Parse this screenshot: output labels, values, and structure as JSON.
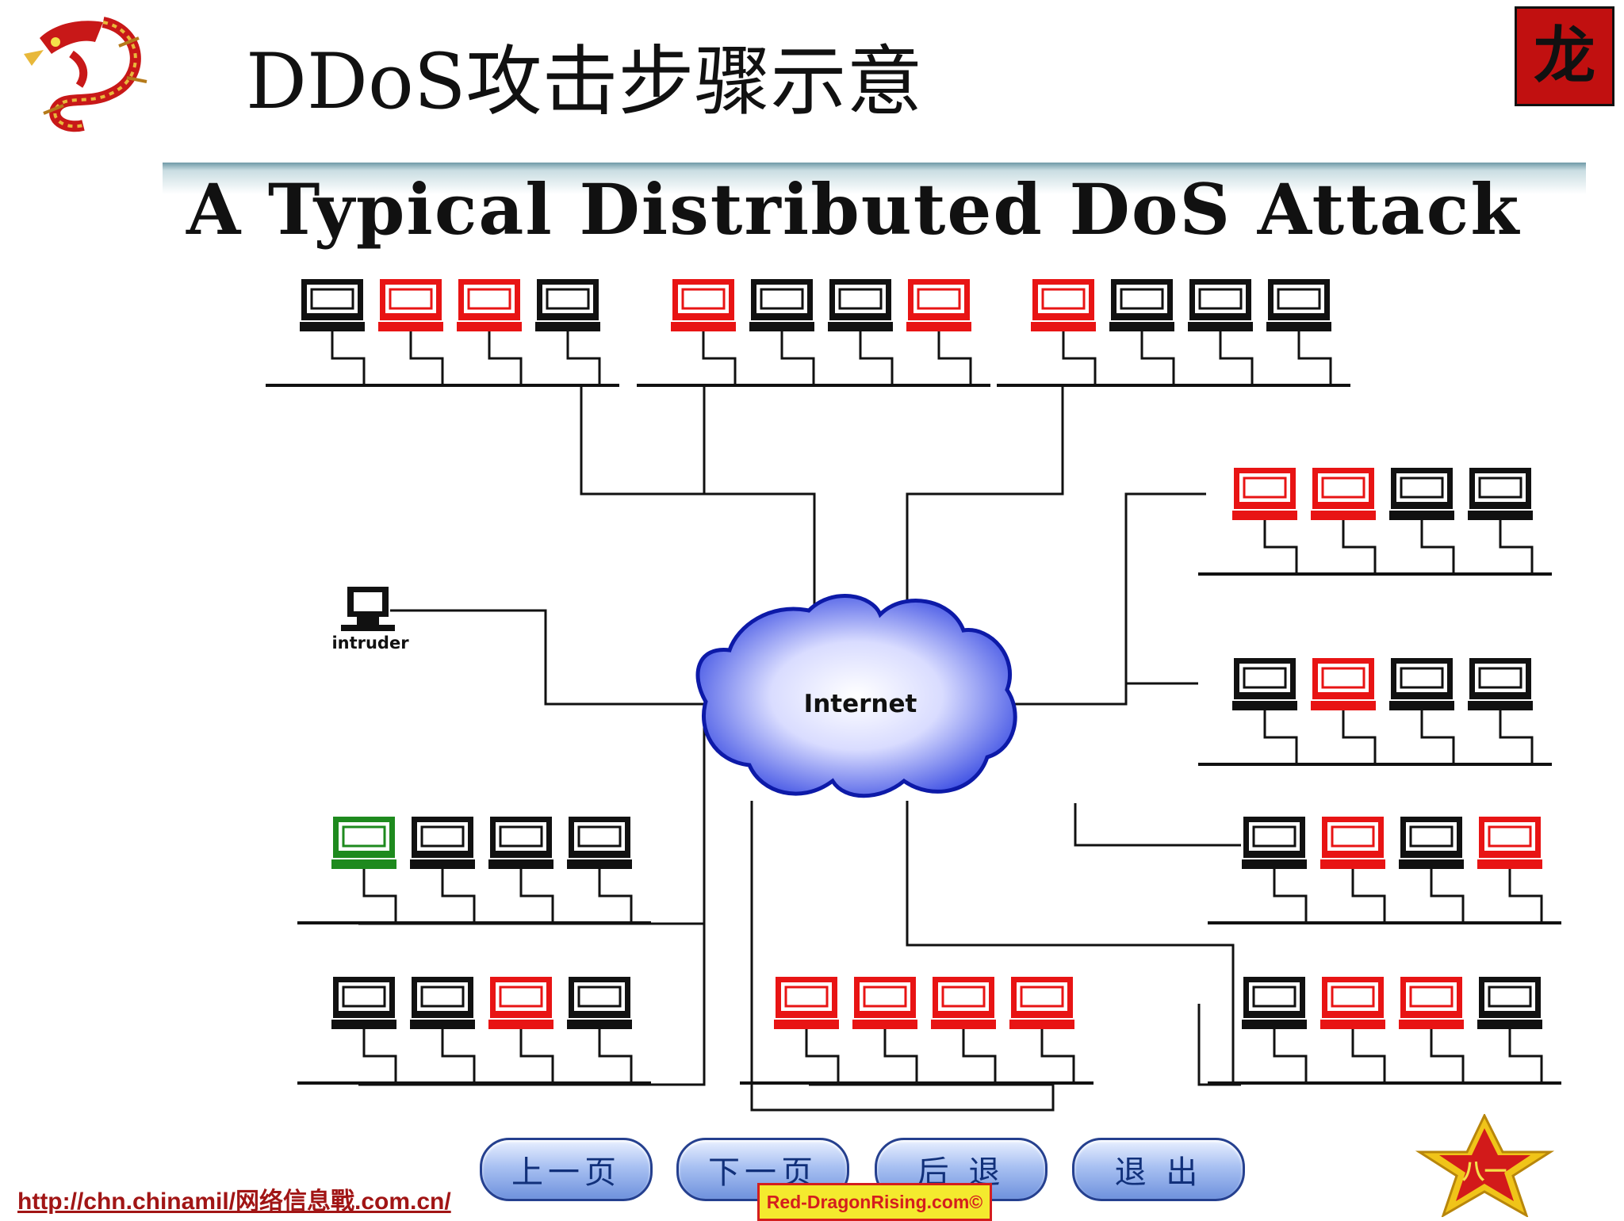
{
  "slide": {
    "title": "DDoS攻击步骤示意",
    "banner_title": "A Typical Distributed DoS Attack"
  },
  "diagram": {
    "cloud_label": "Internet",
    "intruder_label": "intruder",
    "colors": {
      "zombie": "#e81414",
      "normal": "#111111",
      "victim": "#1e8a1e",
      "cloud": "#3a4fe8",
      "line": "#111111"
    },
    "groups": [
      {
        "id": "top-left",
        "computers": [
          "normal",
          "zombie",
          "zombie",
          "normal"
        ]
      },
      {
        "id": "top-middle",
        "computers": [
          "zombie",
          "normal",
          "normal",
          "zombie"
        ]
      },
      {
        "id": "top-right",
        "computers": [
          "zombie",
          "normal",
          "normal",
          "normal"
        ]
      },
      {
        "id": "right-1",
        "computers": [
          "zombie",
          "zombie",
          "normal",
          "normal"
        ]
      },
      {
        "id": "right-2",
        "computers": [
          "normal",
          "zombie",
          "normal",
          "normal"
        ]
      },
      {
        "id": "right-3",
        "computers": [
          "normal",
          "zombie",
          "normal",
          "zombie"
        ]
      },
      {
        "id": "right-4",
        "computers": [
          "normal",
          "zombie",
          "zombie",
          "normal"
        ]
      },
      {
        "id": "bottom-middle",
        "computers": [
          "zombie",
          "zombie",
          "zombie",
          "zombie"
        ]
      },
      {
        "id": "left-1",
        "computers": [
          "victim",
          "normal",
          "normal",
          "normal"
        ]
      },
      {
        "id": "left-2",
        "computers": [
          "normal",
          "normal",
          "zombie",
          "normal"
        ]
      }
    ]
  },
  "navigation": {
    "prev_label": "上一页",
    "next_label": "下一页",
    "back_label": "后 退",
    "exit_label": "退 出"
  },
  "footer": {
    "url": "http://chn.chinamil/网络信息戰.com.cn/",
    "watermark": "Red-DragonRising.com©",
    "star_glyph": "八一",
    "corner_seal_glyph": "龙"
  }
}
